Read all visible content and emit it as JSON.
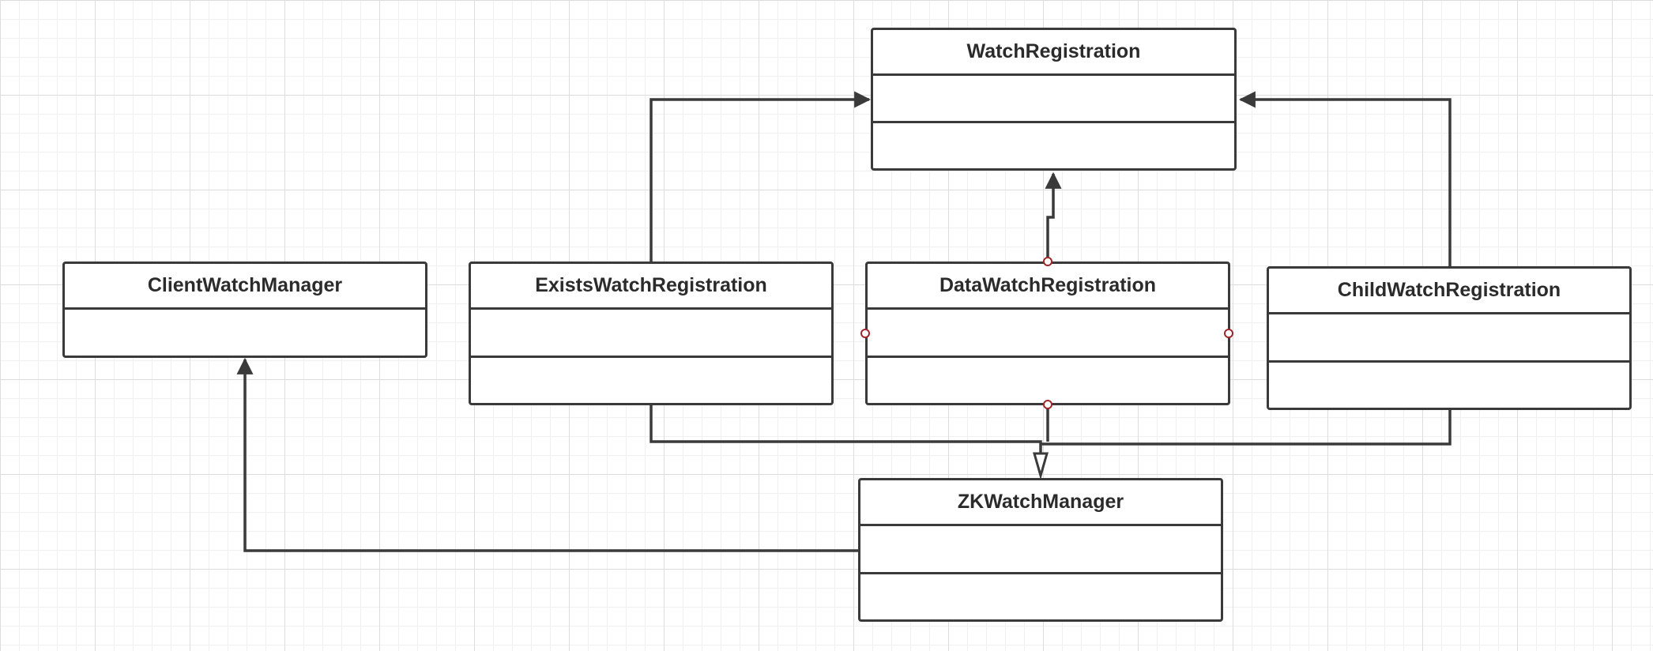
{
  "diagram": {
    "type": "uml-class-diagram",
    "classes": {
      "watch_registration": "WatchRegistration",
      "client_watch_manager": "ClientWatchManager",
      "exists_watch_registration": "ExistsWatchRegistration",
      "data_watch_registration": "DataWatchRegistration",
      "child_watch_registration": "ChildWatchRegistration",
      "zk_watch_manager": "ZKWatchManager"
    },
    "relationships": [
      {
        "from": "ExistsWatchRegistration",
        "to": "WatchRegistration",
        "kind": "association"
      },
      {
        "from": "DataWatchRegistration",
        "to": "WatchRegistration",
        "kind": "association"
      },
      {
        "from": "ChildWatchRegistration",
        "to": "WatchRegistration",
        "kind": "association"
      },
      {
        "from": "ExistsWatchRegistration",
        "to": "ZKWatchManager",
        "kind": "generalization"
      },
      {
        "from": "DataWatchRegistration",
        "to": "ZKWatchManager",
        "kind": "generalization"
      },
      {
        "from": "ChildWatchRegistration",
        "to": "ZKWatchManager",
        "kind": "generalization"
      },
      {
        "from": "ZKWatchManager",
        "to": "ClientWatchManager",
        "kind": "association"
      }
    ]
  },
  "colors": {
    "line": "#3a3a3a",
    "connection_point": "#a0282b",
    "grid_major": "#dcdcdc",
    "grid_minor": "#f0f0f0"
  }
}
